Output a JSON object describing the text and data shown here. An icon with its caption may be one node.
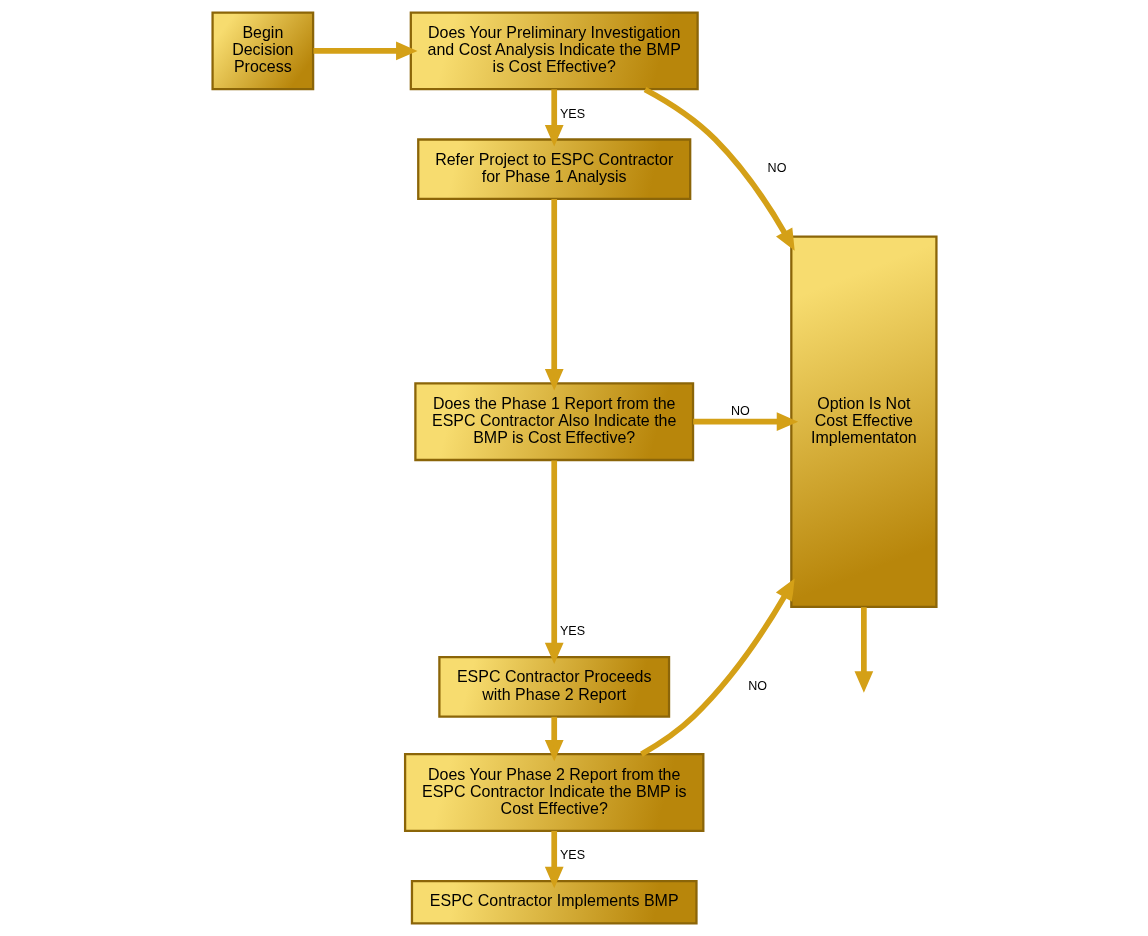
{
  "diagram": {
    "nodes": [
      {
        "text": [
          "Begin Decision Process"
        ]
      },
      {
        "text": [
          "Does Your Preliminary Investigation and Cost Analysis Indicate the BMP is Cost Effective?"
        ]
      },
      {
        "text": [
          "Refer Project to ESPC Contractor for Phase 1 Analysis"
        ]
      },
      {
        "text": [
          "Does the Phase 1 Report from the ESPC Contractor Also Indicate the BMP is Cost Effective?"
        ]
      },
      {
        "text": [
          "ESPC Contractor Proceeds with Phase 2 Report"
        ]
      },
      {
        "text": [
          "Does Your Phase 2 Report from the ESPC Contractor Indicate the BMP is Cost Effective?"
        ]
      },
      {
        "text": [
          "ESPC Contractor Implements BMP"
        ]
      },
      {
        "text": [
          "Option Is Not Cost Effective Implementaton"
        ]
      }
    ],
    "edges": [
      {
        "from": 0,
        "to": 1,
        "arrow": "to"
      },
      {
        "from": 1,
        "to": 7,
        "arrow": "to",
        "label": "NO"
      },
      {
        "from": 1,
        "to": 2,
        "arrow": "to",
        "label": "YES"
      },
      {
        "from": 2,
        "to": 3,
        "arrow": "to"
      },
      {
        "from": 3,
        "to": 7,
        "arrow": "to",
        "label": "NO"
      },
      {
        "from": 3,
        "to": 4,
        "arrow": "to",
        "label": "YES"
      },
      {
        "from": 4,
        "to": 5,
        "arrow": "to"
      },
      {
        "from": 5,
        "to": 7,
        "arrow": "to",
        "label": "NO"
      },
      {
        "from": 5,
        "to": 6,
        "arrow": "to",
        "label": "YES"
      },
      {
        "from": 7,
        "to": null,
        "arrow": "to"
      }
    ]
  }
}
